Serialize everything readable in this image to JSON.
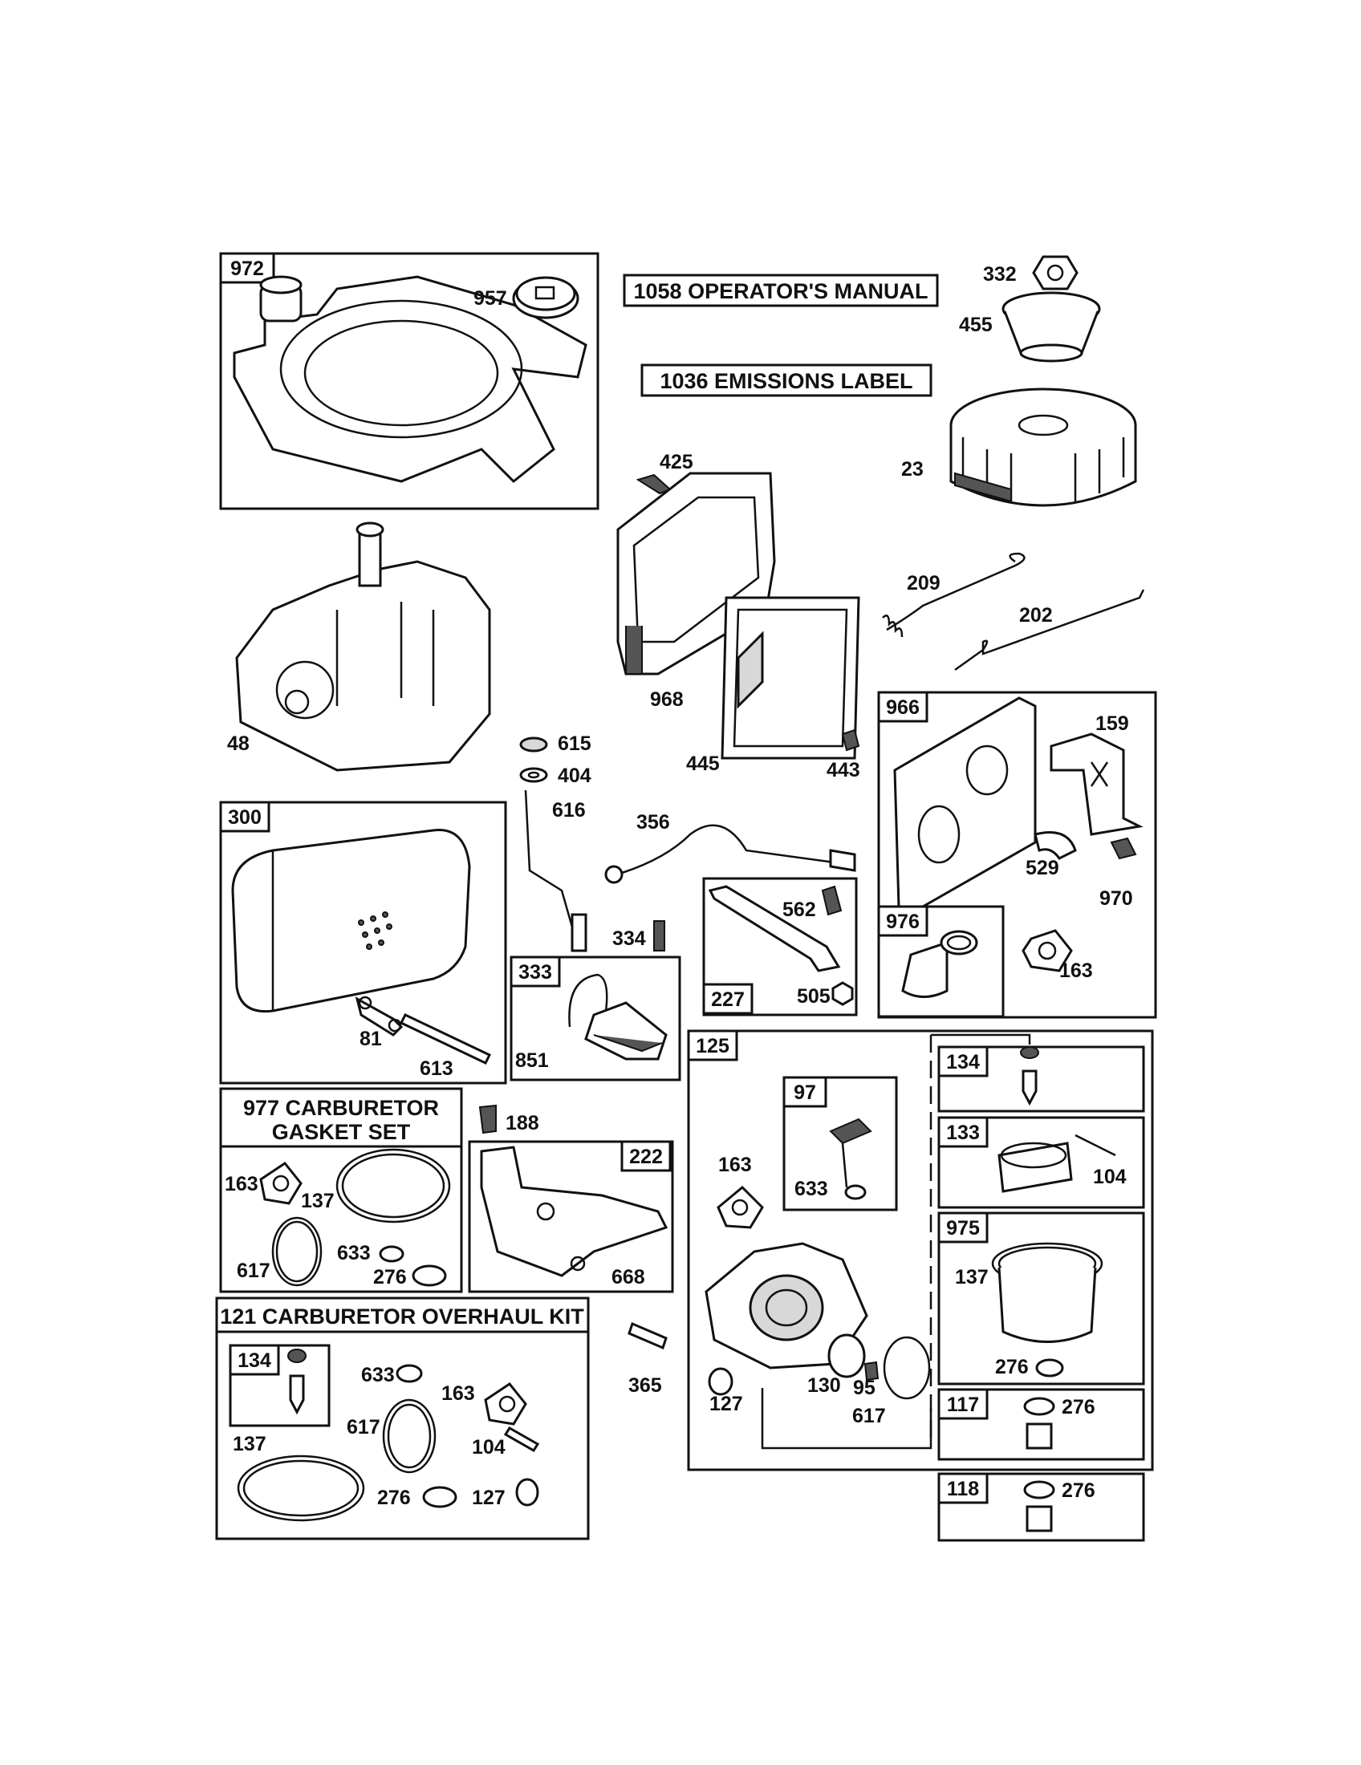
{
  "banners": {
    "manual": "1058 OPERATOR'S MANUAL",
    "emissions": "1036 EMISSIONS LABEL"
  },
  "kits": {
    "gasket_title_1": "977 CARBURETOR",
    "gasket_title_2": "GASKET SET",
    "overhaul_title": "121 CARBURETOR OVERHAUL KIT"
  },
  "boxes": {
    "b972": "972",
    "b300": "300",
    "b333": "333",
    "b227": "227",
    "b966": "966",
    "b976": "976",
    "b222": "222",
    "b125": "125",
    "b97": "97",
    "b134": "134",
    "b133": "133",
    "b975": "975",
    "b117": "117",
    "b118": "118",
    "b134k": "134"
  },
  "callouts": {
    "c957": "957",
    "c332": "332",
    "c455": "455",
    "c23": "23",
    "c425": "425",
    "c48": "48",
    "c968": "968",
    "c209": "209",
    "c202": "202",
    "c615": "615",
    "c404": "404",
    "c616": "616",
    "c445": "445",
    "c443": "443",
    "c159": "159",
    "c356": "356",
    "c529": "529",
    "c970": "970",
    "c562": "562",
    "c334": "334",
    "c505": "505",
    "c163a": "163",
    "c81": "81",
    "c613": "613",
    "c851": "851",
    "c188": "188",
    "c163b": "163",
    "c104a": "104",
    "c163c": "163",
    "c137a": "137",
    "c633a": "633",
    "c617a": "617",
    "c633b": "633",
    "c276a": "276",
    "c668": "668",
    "c137b": "137",
    "c276b": "276",
    "c365": "365",
    "c127a": "127",
    "c130": "130",
    "c95": "95",
    "c617b": "617",
    "c276c": "276",
    "c276d": "276",
    "c633c": "633",
    "c163d": "163",
    "c137c": "137",
    "c617c": "617",
    "c104b": "104",
    "c276e": "276",
    "c127b": "127"
  },
  "colors": {
    "ink": "#111111",
    "paper": "#ffffff",
    "shade": "#d8d8d8"
  }
}
